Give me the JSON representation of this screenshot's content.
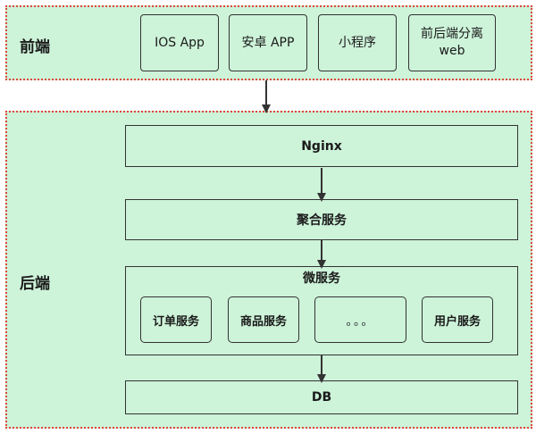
{
  "frontend": {
    "label": "前端",
    "items": [
      {
        "label": "IOS App"
      },
      {
        "label": "安卓 APP"
      },
      {
        "label": "小程序"
      },
      {
        "label": "前后端分离\nweb"
      }
    ]
  },
  "backend": {
    "label": "后端",
    "nginx": "Nginx",
    "aggregation": "聚合服务",
    "microservices": {
      "label": "微服务",
      "items": [
        {
          "label": "订单服务"
        },
        {
          "label": "商品服务"
        },
        {
          "label": "。。。"
        },
        {
          "label": "用户服务"
        }
      ]
    },
    "db": "DB"
  },
  "colors": {
    "region_fill": "#cdf3d9",
    "region_border": "#e0453a",
    "stroke": "#333333"
  }
}
